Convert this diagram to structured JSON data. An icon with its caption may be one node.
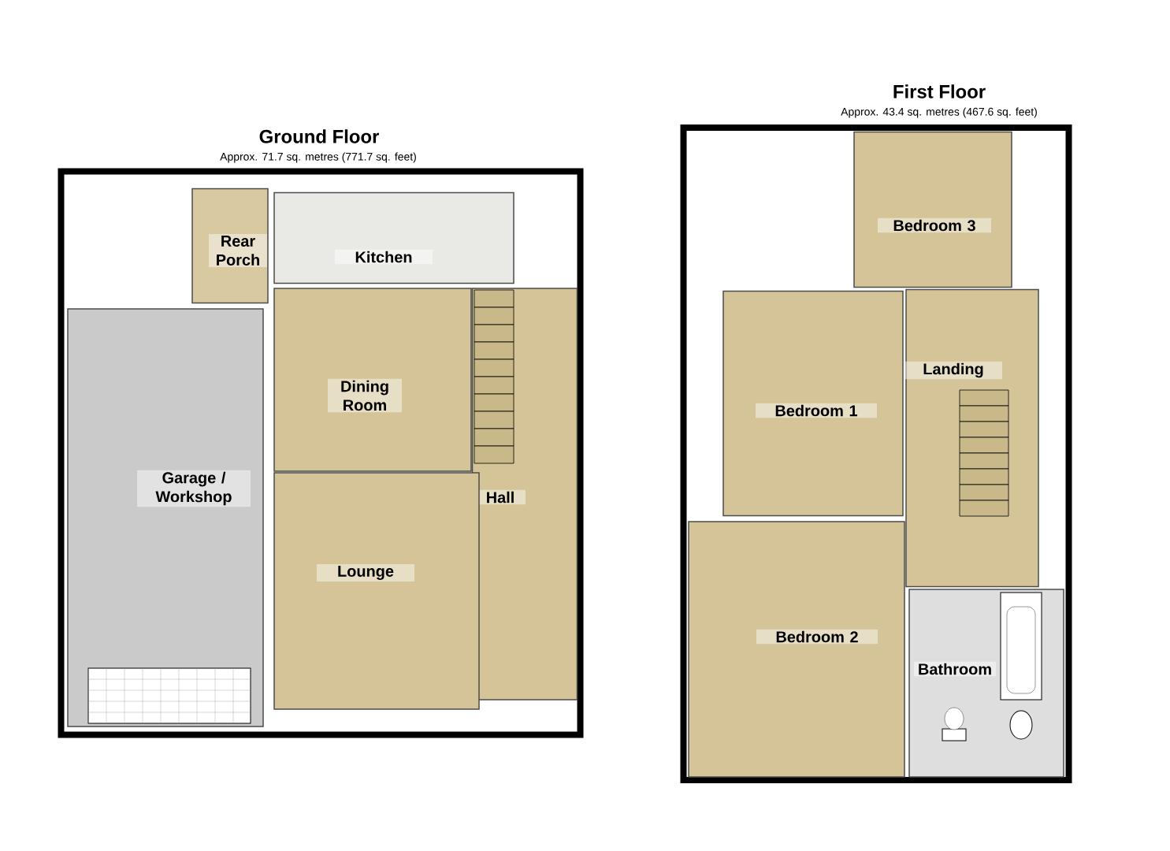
{
  "diagram": {
    "nodes": [
      {
        "text": [
          "Ground Floor",
          "Approx. 71.7 sq. metres (771.7 sq. feet)"
        ]
      },
      {
        "text": [
          "Rear Porch"
        ],
        "in": 0
      },
      {
        "text": [
          "Kitchen"
        ],
        "in": 0
      },
      {
        "text": [
          "Dining Room"
        ],
        "in": 0
      },
      {
        "text": [
          "Garage / Workshop"
        ],
        "in": 0
      },
      {
        "text": [
          "Hall"
        ],
        "in": 0
      },
      {
        "text": [
          "Lounge"
        ],
        "in": 0
      },
      {
        "text": [
          "First Floor",
          "Approx. 43.4 sq. metres (467.6 sq. feet)"
        ]
      },
      {
        "text": [
          "Bedroom 3"
        ],
        "in": 7
      },
      {
        "text": [
          "Landing"
        ],
        "in": 7
      },
      {
        "text": [
          "Bedroom 1"
        ],
        "in": 7
      },
      {
        "text": [
          "Bedroom 2"
        ],
        "in": 7
      },
      {
        "text": [
          "Bathroom"
        ],
        "in": 7
      }
    ]
  }
}
